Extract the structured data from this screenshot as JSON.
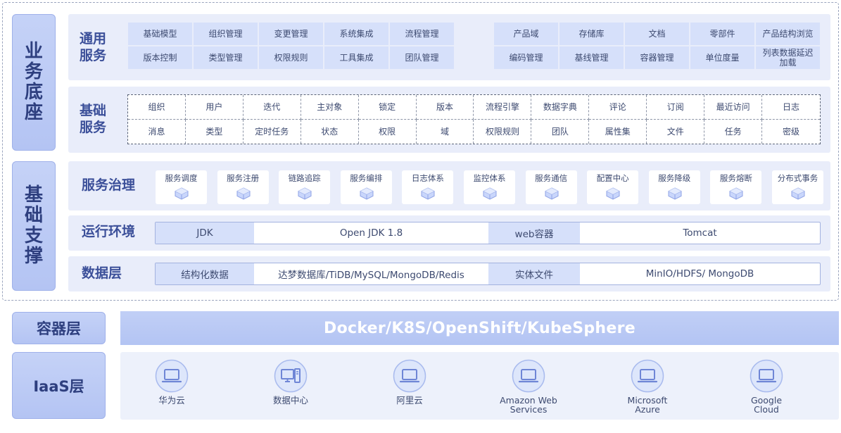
{
  "sections": {
    "business_base": "业务底座",
    "base_support": "基础支撑",
    "container": "容器层",
    "iaas": "IaaS层"
  },
  "common_services": {
    "title": "通用服务",
    "left_grid": [
      [
        "基础模型",
        "组织管理",
        "变更管理",
        "系统集成",
        "流程管理"
      ],
      [
        "版本控制",
        "类型管理",
        "权限规则",
        "工具集成",
        "团队管理"
      ]
    ],
    "right_grid": [
      [
        "产品域",
        "存储库",
        "文档",
        "零部件",
        "产品结构浏览"
      ],
      [
        "编码管理",
        "基线管理",
        "容器管理",
        "单位度量",
        "列表数据延迟加载"
      ]
    ]
  },
  "base_services": {
    "title": "基础服务",
    "grid": [
      [
        "组织",
        "用户",
        "迭代",
        "主对象",
        "锁定",
        "版本",
        "流程引擎",
        "数据字典",
        "评论",
        "订阅",
        "最近访问",
        "日志"
      ],
      [
        "消息",
        "类型",
        "定时任务",
        "状态",
        "权限",
        "域",
        "权限规则",
        "团队",
        "属性集",
        "文件",
        "任务",
        "密级"
      ]
    ]
  },
  "governance": {
    "title": "服务治理",
    "items": [
      "服务调度",
      "服务注册",
      "链路追踪",
      "服务编排",
      "日志体系",
      "监控体系",
      "服务通信",
      "配置中心",
      "服务降级",
      "服务熔断",
      "分布式事务"
    ]
  },
  "runtime": {
    "title": "运行环境",
    "segments": [
      "JDK",
      "Open JDK 1.8",
      "web容器",
      "Tomcat"
    ]
  },
  "data_layer": {
    "title": "数据层",
    "segments": [
      "结构化数据",
      "达梦数据库/TiDB/MySQL/MongoDB/Redis",
      "实体文件",
      "MinIO/HDFS/ MongoDB"
    ]
  },
  "container_bar": "Docker/K8S/OpenShift/KubeSphere",
  "clouds": [
    {
      "icon": "laptop-icon",
      "label": "华为云"
    },
    {
      "icon": "desktop-server-icon",
      "label": "数据中心"
    },
    {
      "icon": "laptop-icon",
      "label": "阿里云"
    },
    {
      "icon": "laptop-icon",
      "label": "Amazon Web\nServices"
    },
    {
      "icon": "laptop-icon",
      "label": "Microsoft\nAzure"
    },
    {
      "icon": "laptop-icon",
      "label": "Google\nCloud"
    }
  ],
  "colors": {
    "accent": "#3b4f99",
    "panel_bg": "#e9edfa",
    "tint": "#d6e0fa",
    "container_bar": "#b9c9f4"
  }
}
